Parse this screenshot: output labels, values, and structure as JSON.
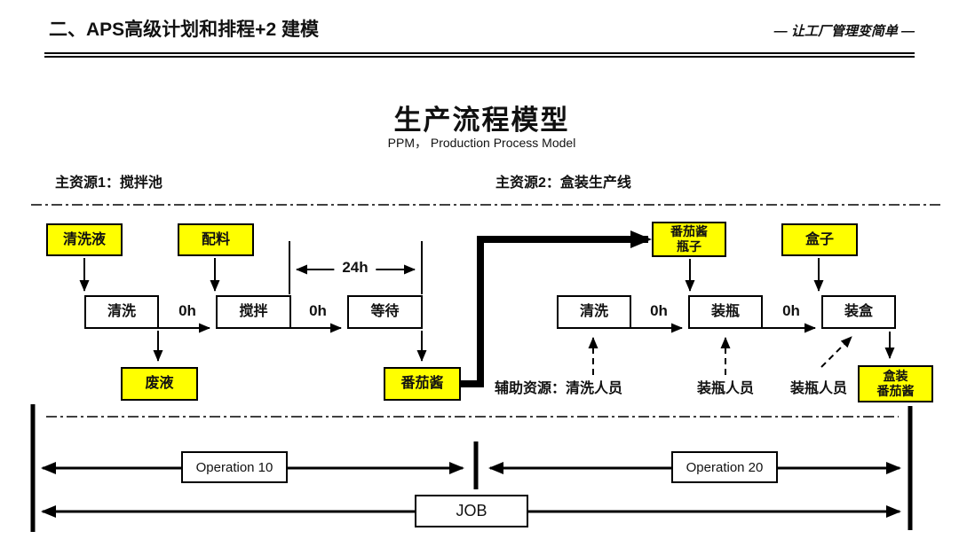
{
  "header": {
    "title": "二、APS高级计划和排程+2 建模",
    "slogan": "— 让工厂管理变简单 —"
  },
  "title_block": {
    "title": "生产流程模型",
    "subtitle": "PPM， Production Process Model"
  },
  "resources": {
    "resource1": "主资源1：搅拌池",
    "resource2": "主资源2：盒装生产线"
  },
  "diagram": {
    "materials": {
      "cleaning_liquid": "清洗液",
      "ingredients": "配料",
      "ketchup_bottle": {
        "line1": "番茄酱",
        "line2": "瓶子"
      },
      "box": "盒子",
      "waste_liquid": "废液",
      "ketchup": "番茄酱",
      "boxed_ketchup": {
        "line1": "盒装",
        "line2": "番茄酱"
      }
    },
    "operations": {
      "wash_left": "清洗",
      "mix": "搅拌",
      "wait": "等待",
      "wash_right": "清洗",
      "bottle": "装瓶",
      "pack": "装盒"
    },
    "durations": {
      "wash_to_mix": "0h",
      "mix_to_wait": "0h",
      "wait_time": "24h",
      "wash_to_bottle": "0h",
      "bottle_to_pack": "0h"
    },
    "aux_labels": {
      "aux_resource": "辅助资源：清洗人员",
      "bottling_staff_1": "装瓶人员",
      "bottling_staff_2": "装瓶人员"
    }
  },
  "timeline": {
    "operation10": "Operation 10",
    "operation20": "Operation 20",
    "job": "JOB"
  },
  "colors": {
    "material_fill": "#FFFF00",
    "line": "#000000"
  }
}
